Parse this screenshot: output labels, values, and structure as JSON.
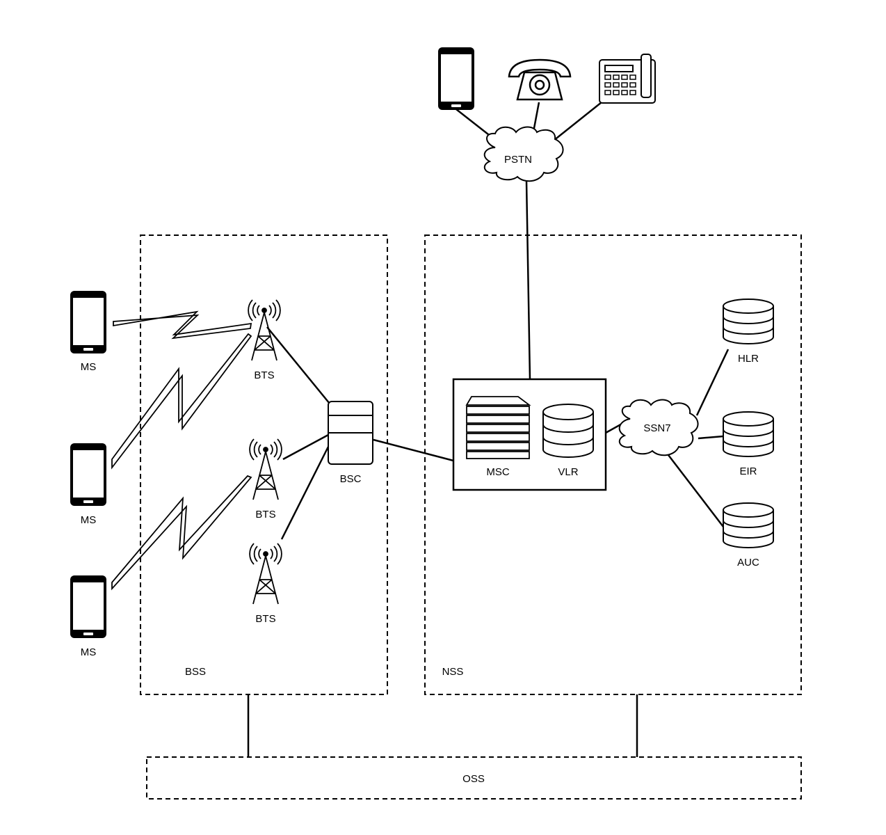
{
  "groups": {
    "bss": "BSS",
    "nss": "NSS",
    "oss": "OSS"
  },
  "nodes": {
    "pstn": "PSTN",
    "ssn7": "SSN7",
    "bsc": "BSC",
    "msc": "MSC",
    "vlr": "VLR",
    "hlr": "HLR",
    "eir": "EIR",
    "auc": "AUC",
    "ms": [
      "MS",
      "MS",
      "MS"
    ],
    "bts": [
      "BTS",
      "BTS",
      "BTS"
    ]
  }
}
